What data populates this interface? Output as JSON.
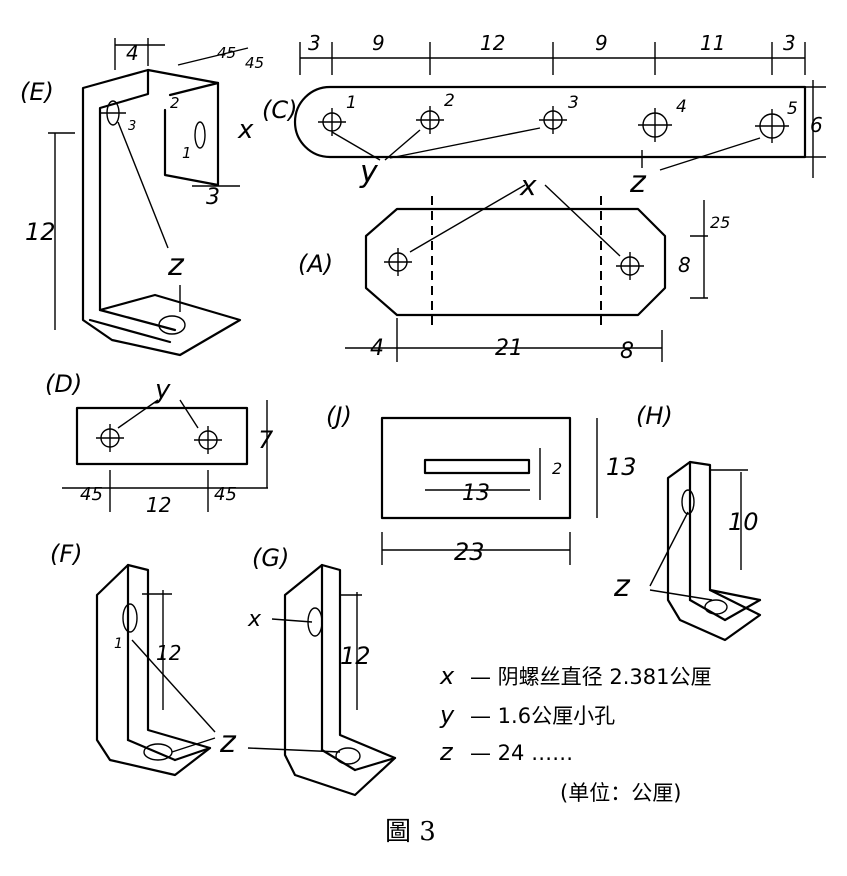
{
  "labels": {
    "A": "(A)",
    "C": "(C)",
    "D": "(D)",
    "E": "(E)",
    "F": "(F)",
    "G": "(G)",
    "H": "(H)",
    "J": "(J)"
  },
  "part_c": {
    "dims_top": [
      "3",
      "9",
      "12",
      "9",
      "11",
      "3"
    ],
    "height": "6",
    "hole_numbers": [
      "1",
      "2",
      "3",
      "4",
      "5"
    ],
    "y": "y",
    "z": "z"
  },
  "part_a": {
    "x": "x",
    "dims_bottom": [
      "4",
      "21",
      "8"
    ],
    "dims_right": [
      "25",
      "8"
    ]
  },
  "part_e": {
    "dims_top": [
      "4",
      "45",
      "45"
    ],
    "height": "12",
    "depth": "3",
    "x": "x",
    "z": "z",
    "hole_marks": [
      "2",
      "1",
      "3"
    ]
  },
  "part_d": {
    "y": "y",
    "height": "7",
    "dims_bottom": [
      "45",
      "12",
      "45"
    ]
  },
  "part_j": {
    "slot_height": "2",
    "slot_length": "13",
    "height": "13",
    "width": "23"
  },
  "part_h": {
    "height": "10",
    "z": "z"
  },
  "part_f": {
    "height": "12",
    "mark": "1",
    "z": "z"
  },
  "part_g": {
    "height": "12",
    "x": "x"
  },
  "legend": {
    "rows": [
      {
        "sym": "x",
        "text": "— 阴螺丝直径 2.381公厘"
      },
      {
        "sym": "y",
        "text": "— 1.6公厘小孔"
      },
      {
        "sym": "z",
        "text": "— 24 ……"
      }
    ],
    "unit": "(单位：公厘)"
  },
  "caption": "圖 3"
}
